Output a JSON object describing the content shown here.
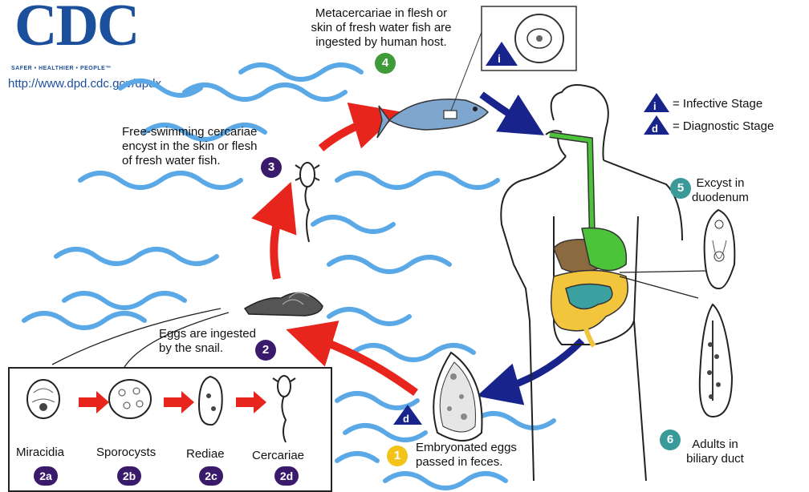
{
  "logo": {
    "text": "CDC",
    "tagline": "SAFER • HEALTHIER • PEOPLE™",
    "url": "http://www.dpd.cdc.gov/dpdx"
  },
  "legend": {
    "infective": "= Infective Stage",
    "diagnostic": "= Diagnostic Stage",
    "i_symbol": "i",
    "d_symbol": "d"
  },
  "stages": {
    "s1": {
      "num": "1",
      "text_line1": "Embryonated eggs",
      "text_line2": "passed in feces."
    },
    "s2": {
      "num": "2",
      "text_line1": "Eggs are ingested",
      "text_line2": "by the snail."
    },
    "s3": {
      "num": "3",
      "text_line1": "Free-swimming cercariae",
      "text_line2": "encyst in the skin or flesh",
      "text_line3": "of fresh water fish."
    },
    "s4": {
      "num": "4",
      "text_line1": "Metacercariae in flesh or",
      "text_line2": "skin of fresh water fish are",
      "text_line3": "ingested by human host."
    },
    "s5": {
      "num": "5",
      "text_line1": "Excyst in",
      "text_line2": "duodenum"
    },
    "s6": {
      "num": "6",
      "text_line1": "Adults in",
      "text_line2": "biliary duct"
    }
  },
  "inset": {
    "items": [
      {
        "label": "Miracidia",
        "badge": "2a"
      },
      {
        "label": "Sporocysts",
        "badge": "2b"
      },
      {
        "label": "Rediae",
        "badge": "2c"
      },
      {
        "label": "Cercariae",
        "badge": "2d"
      }
    ]
  },
  "colors": {
    "cdc_blue": "#1c4f9c",
    "water": "#5aa9e6",
    "cycle_arrow": "#e8251d",
    "host_arrow": "#18238c",
    "gut_green": "#4cc43a",
    "gut_yellow": "#f2c53d",
    "gut_teal": "#3aa1a0",
    "liver_brown": "#8a6a3e"
  }
}
